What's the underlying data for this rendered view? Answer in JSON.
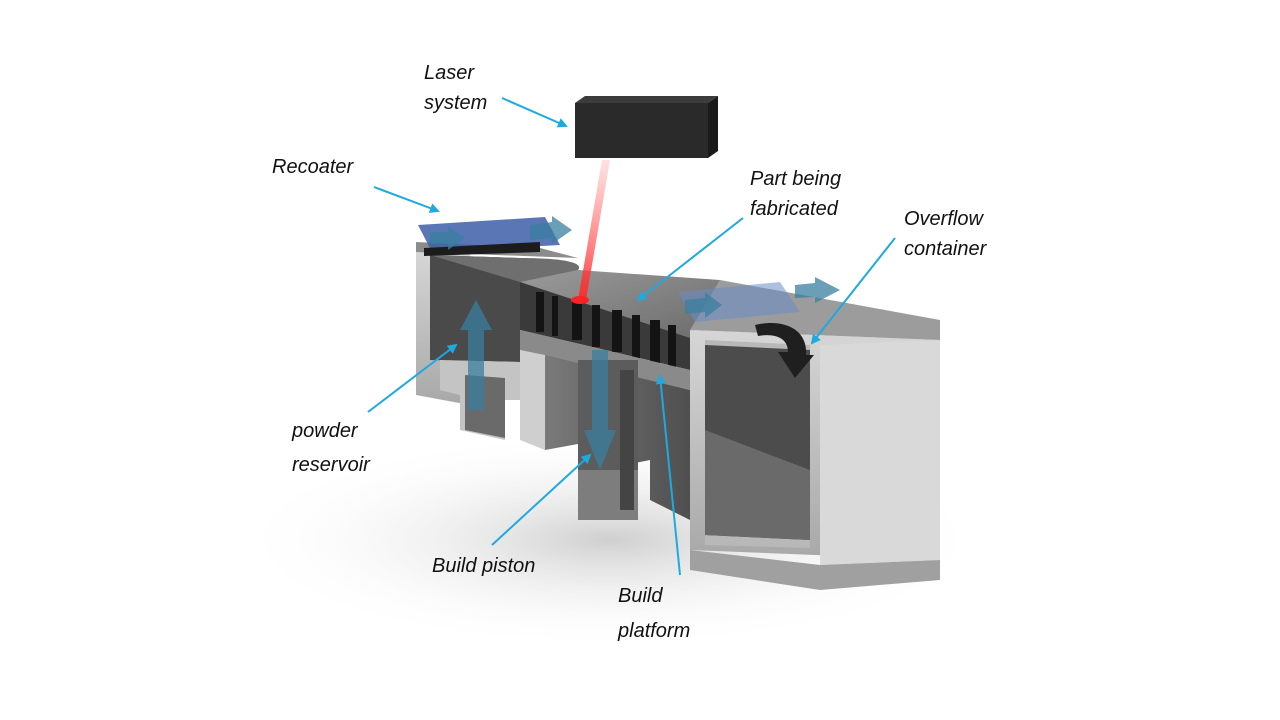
{
  "labels": {
    "laser_system": [
      "Laser",
      "system"
    ],
    "recoater": "Recoater",
    "part_being_fabricated": [
      "Part being",
      "fabricated"
    ],
    "overflow_container": [
      "Overflow",
      "container"
    ],
    "powder_reservoir": [
      "powder",
      "reservoir"
    ],
    "build_piston": "Build piston",
    "build_platform": [
      "Build",
      "platform"
    ]
  },
  "colors": {
    "leader_line": "#1ea9df",
    "laser_beam": "#ff4a4a",
    "motion_arrow": "#3a7fa0",
    "recoater_blade": "#3d5ea8",
    "machine_light": "#bdbdbd",
    "machine_dark": "#5a5a5a",
    "laser_head": "#2a2a2a"
  },
  "icons": {
    "motion_arrows": "translucent-blue-arrow",
    "overflow_arrow": "curved-dark-arrow"
  }
}
